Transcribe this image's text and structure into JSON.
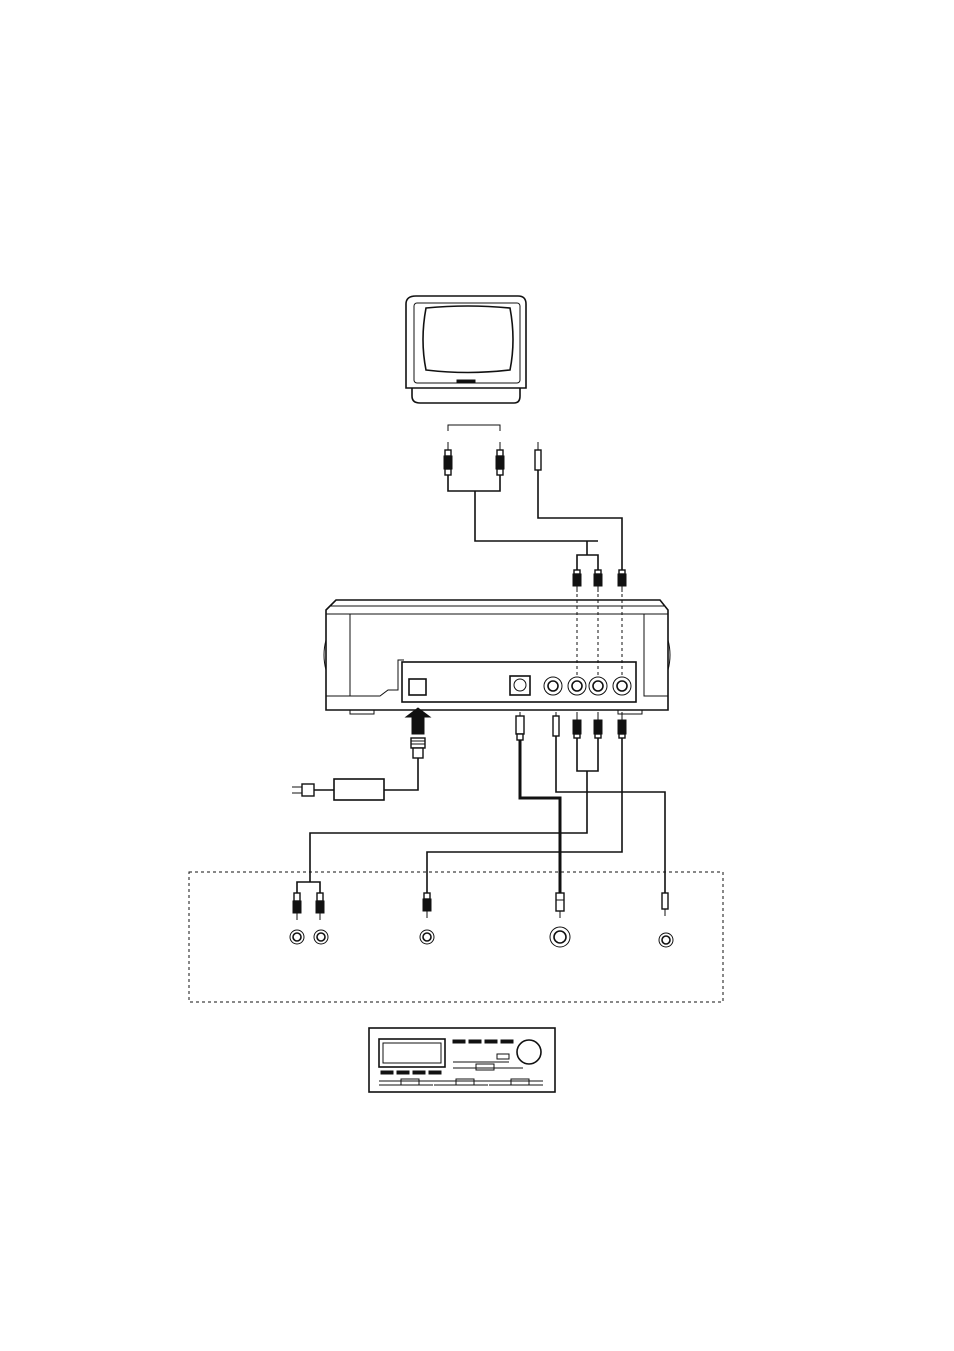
{
  "figure": {
    "devices": [
      "television",
      "dvd-player",
      "ac-adapter",
      "audio-receiver"
    ],
    "connection_area": "dashed-box",
    "colors": {
      "line": "#111111",
      "background": "#ffffff"
    }
  }
}
